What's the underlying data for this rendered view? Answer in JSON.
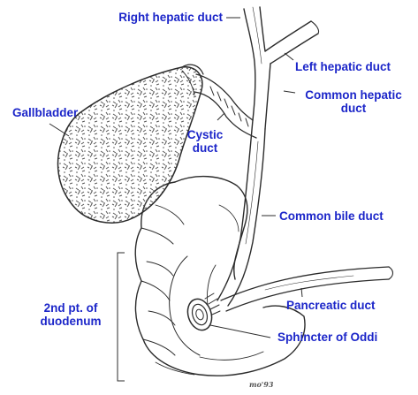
{
  "colors": {
    "label": "#1c26c9",
    "ink": "#2b2b2b",
    "paper": "#ffffff"
  },
  "labels": {
    "right_hepatic_duct": "Right hepatic duct",
    "left_hepatic_duct": "Left hepatic duct",
    "common_hepatic_duct_line1": "Common hepatic",
    "common_hepatic_duct_line2": "duct",
    "gallbladder": "Gallbladder",
    "cystic_duct_line1": "Cystic",
    "cystic_duct_line2": "duct",
    "common_bile_duct": "Common bile duct",
    "duodenum_line1": "2nd pt. of",
    "duodenum_line2": "duodenum",
    "pancreatic_duct": "Pancreatic duct",
    "sphincter_of_oddi": "Sphincter of Oddi"
  },
  "artist_signature": "mo'93"
}
